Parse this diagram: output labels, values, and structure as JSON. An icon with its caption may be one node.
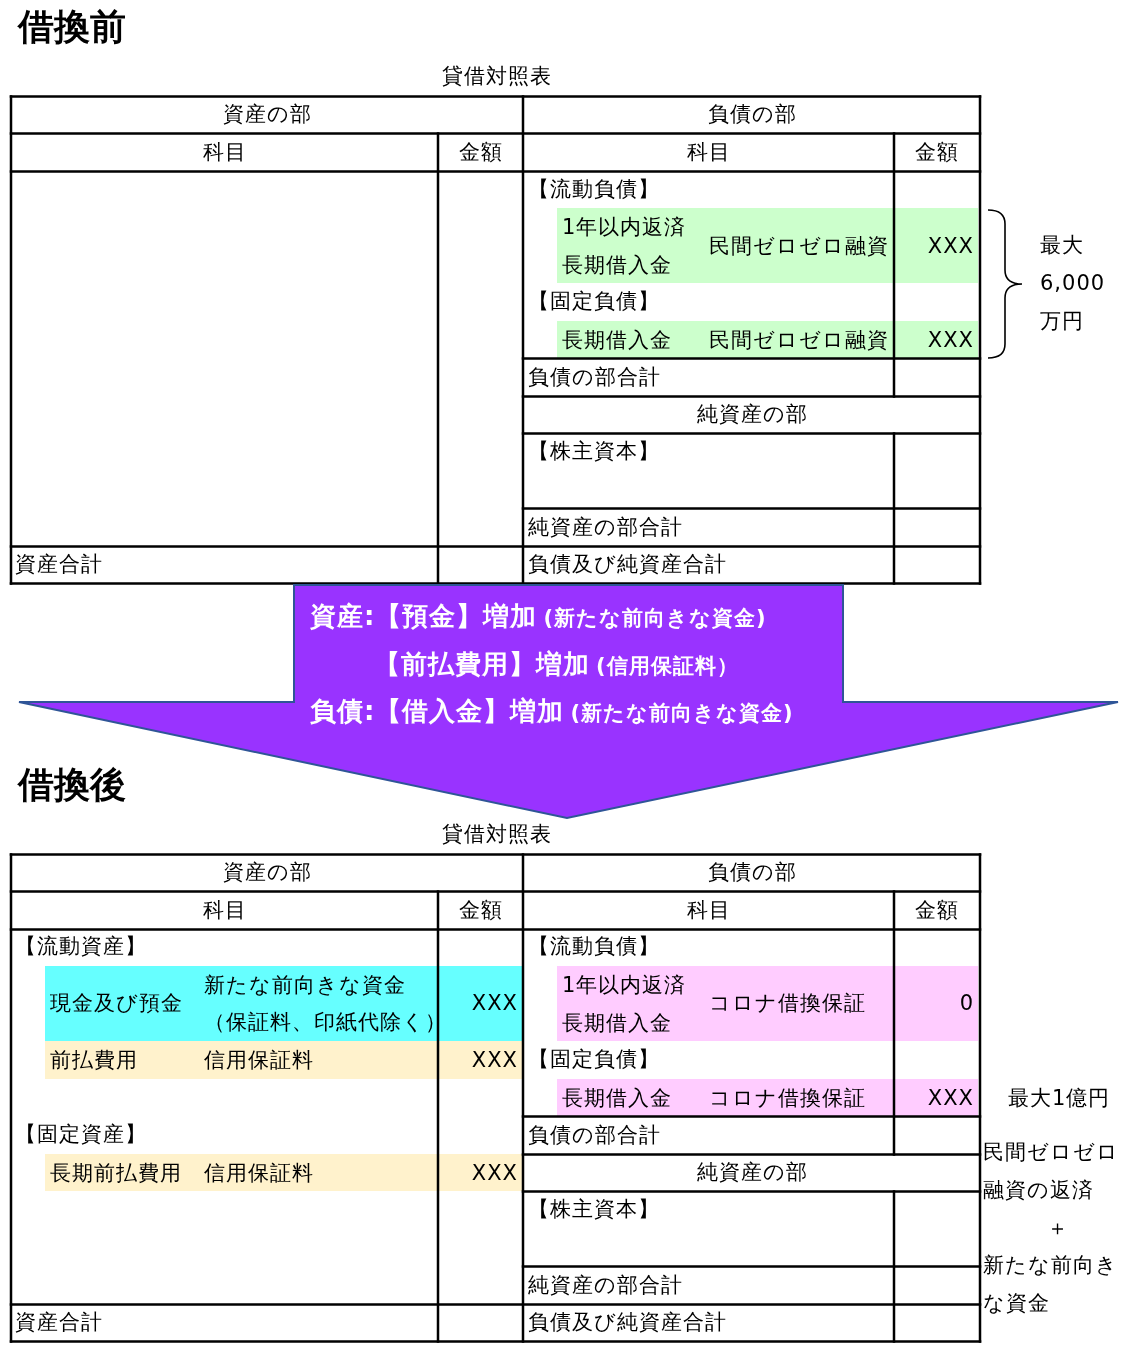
{
  "diagram": {
    "nodes": [
      {
        "text": [
          "資産:【預金】増加",
          "(新たな前向きな資金)",
          "【前払費用】増加",
          "(信用保証料）",
          "負債:【借入金】増加",
          "(新たな前向きな資金)"
        ]
      }
    ],
    "labels": [
      "借換前",
      "貸借対照表",
      "資産の部",
      "負債の部",
      "科目",
      "金額",
      "科目",
      "金額",
      "【流動負債】",
      "1年以内返済長期借入金",
      "民間ゼロゼロ融資",
      "XXX",
      "【固定負債】",
      "長期借入金",
      "民間ゼロゼロ融資",
      "XXX",
      "負債の部合計",
      "純資産の部",
      "【株主資本】",
      "純資産の部合計",
      "資産合計",
      "負債及び純資産合計",
      "最大6,000万円",
      "借換後",
      "貸借対照表",
      "資産の部",
      "負債の部",
      "科目",
      "金額",
      "科目",
      "金額",
      "【流動資産】",
      "【流動負債】",
      "現金及び預金",
      "新たな前向きな資金",
      "（保証料、印紙代除く）",
      "XXX",
      "1年以内返済長期借入金",
      "コロナ借換保証",
      "0",
      "前払費用",
      "信用保証料",
      "XXX",
      "【固定負債】",
      "長期借入金",
      "コロナ借換保証",
      "XXX",
      "【固定資産】",
      "負債の部合計",
      "長期前払費用",
      "信用保証料",
      "XXX",
      "純資産の部",
      "【株主資本】",
      "純資産の部合計",
      "資産合計",
      "負債及び純資産合計",
      "最大1億円",
      "民間ゼロゼロ融資の返済",
      "＋",
      "新たな前向きな資金"
    ]
  }
}
